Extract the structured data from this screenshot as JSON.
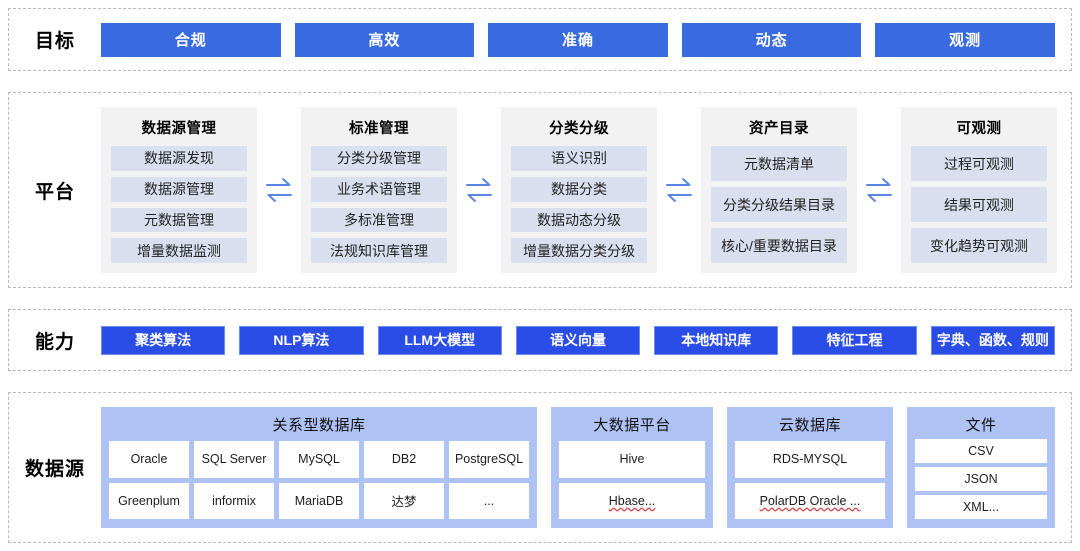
{
  "rows": {
    "goal": {
      "label": "目标",
      "chips": [
        "合规",
        "高效",
        "准确",
        "动态",
        "观测"
      ]
    },
    "platform": {
      "label": "平台",
      "exchange_icon": "bidirectional-exchange-arrow",
      "columns": [
        {
          "title": "数据源管理",
          "items": [
            "数据源发现",
            "数据源管理",
            "元数据管理",
            "增量数据监测"
          ]
        },
        {
          "title": "标准管理",
          "items": [
            "分类分级管理",
            "业务术语管理",
            "多标准管理",
            "法规知识库管理"
          ]
        },
        {
          "title": "分类分级",
          "items": [
            "语义识别",
            "数据分类",
            "数据动态分级",
            "增量数据分类分级"
          ]
        },
        {
          "title": "资产目录",
          "items": [
            "元数据清单",
            "分类分级结果目录",
            "核心/重要数据目录"
          ]
        },
        {
          "title": "可观测",
          "items": [
            "过程可观测",
            "结果可观测",
            "变化趋势可观测"
          ]
        }
      ]
    },
    "ability": {
      "label": "能力",
      "chips": [
        "聚类算法",
        "NLP算法",
        "LLM大模型",
        "语义向量",
        "本地知识库",
        "特征工程",
        "字典、函数、规则"
      ]
    },
    "datasource": {
      "label": "数据源",
      "groups": [
        {
          "title": "关系型数据库",
          "rows": [
            [
              "Oracle",
              "SQL Server",
              "MySQL",
              "DB2",
              "PostgreSQL"
            ],
            [
              "Greenplum",
              "informix",
              "MariaDB",
              "达梦",
              "..."
            ]
          ]
        },
        {
          "title": "大数据平台",
          "rows": [
            [
              "Hive"
            ],
            [
              "Hbase..."
            ]
          ],
          "spellcheck_cells": [
            "Hbase..."
          ]
        },
        {
          "title": "云数据库",
          "rows": [
            [
              "RDS-MYSQL"
            ],
            [
              "PolarDB Oracle ..."
            ]
          ],
          "spellcheck_cells": [
            "PolarDB Oracle ..."
          ]
        },
        {
          "title": "文件",
          "rows": [
            [
              "CSV"
            ],
            [
              "JSON"
            ],
            [
              "XML..."
            ]
          ]
        }
      ]
    }
  },
  "colors": {
    "goal_chip_blue": "#3A6AE0",
    "ability_chip_blue": "#2A4DE8",
    "ability_chip_border": "#6E8BEE",
    "platform_card_gray": "#F2F2F2",
    "platform_item_blue_gray": "#D9DFEE",
    "datasource_group_blue": "#AFC2F4",
    "datasource_cell_white": "#FFFFFF",
    "exchange_arrow_blue": "#5B86DF",
    "section_border_dashed": "#B8B8B8",
    "spellcheck_underline_red": "#D64545"
  }
}
